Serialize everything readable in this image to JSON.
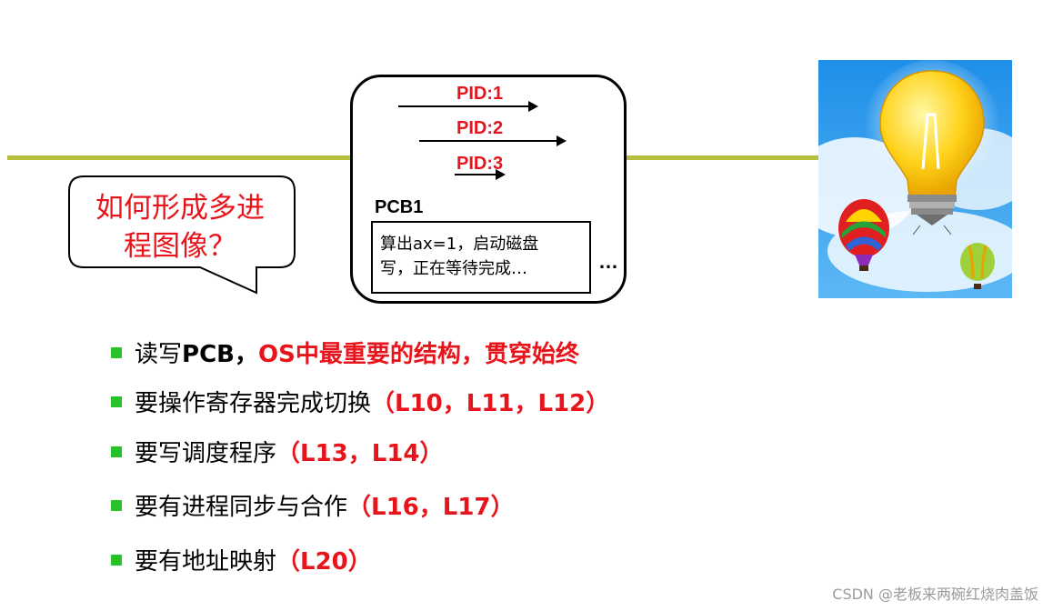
{
  "diagram": {
    "pids": [
      "PID:1",
      "PID:2",
      "PID:3"
    ],
    "pcb_title": "PCB1",
    "pcb_line1": "算出ax=1，启动磁盘",
    "pcb_line2": "写，正在等待完成…",
    "ellipsis": "…",
    "bubble_line1": "如何形成多进",
    "bubble_line2": "程图像？"
  },
  "bullets": [
    {
      "plain": "读写",
      "bold": "PCB，",
      "red": "OS中最重要的结构，贯穿始终"
    },
    {
      "plain": "要操作寄存器完成切换",
      "red": "（L10，L11，L12）"
    },
    {
      "plain": "要写调度程序",
      "red": "（L13，L14）"
    },
    {
      "plain": "要有进程同步与合作",
      "red": "（L16，L17）"
    },
    {
      "plain": "要有地址映射",
      "red": "（L20）"
    }
  ],
  "watermark": "CSDN @老板来两碗红烧肉盖饭",
  "colors": {
    "accent_red": "#e8141b",
    "bullet_green": "#27c22a",
    "line_olive": "#b5bf3d"
  },
  "icons": [
    "lightbulb-balloon-illustration",
    "bullet-square-icon",
    "arrow-icon"
  ]
}
